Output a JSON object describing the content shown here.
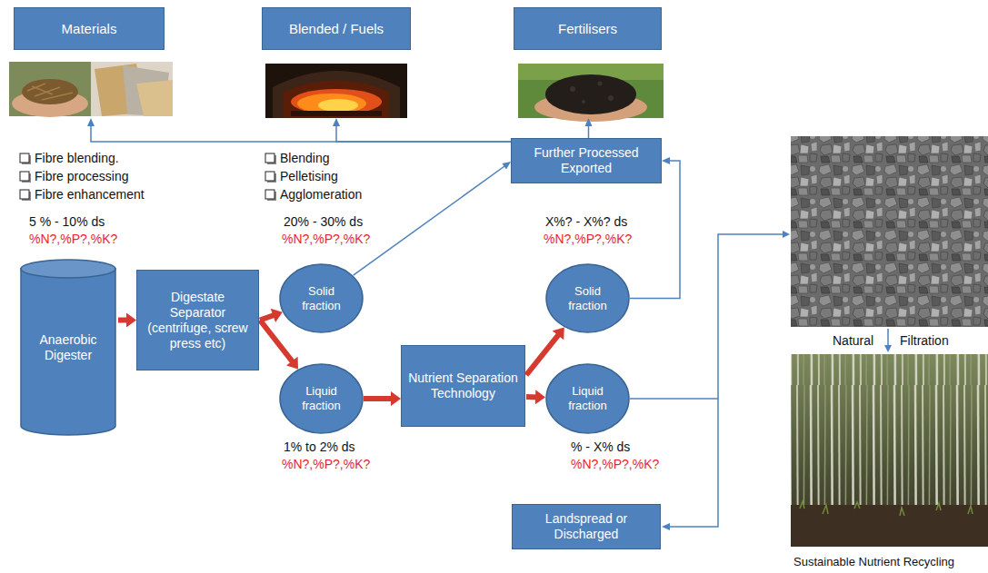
{
  "diagram": {
    "nodes": [
      {
        "text": [
          "Materials"
        ]
      },
      {
        "text": [
          "Blended / Fuels"
        ]
      },
      {
        "text": [
          "Fertilisers"
        ]
      },
      {
        "text": [
          "Further Processed Exported"
        ]
      },
      {
        "text": [
          "Anaerobic Digester"
        ]
      },
      {
        "text": [
          "Digestate Separator (centrifuge, screw press etc)"
        ]
      },
      {
        "text": [
          "Solid fraction"
        ]
      },
      {
        "text": [
          "Liquid fraction"
        ]
      },
      {
        "text": [
          "Nutrient Separation Technology"
        ]
      },
      {
        "text": [
          "Solid fraction"
        ]
      },
      {
        "text": [
          "Liquid fraction"
        ]
      },
      {
        "text": [
          "Landspread or Discharged"
        ]
      }
    ],
    "edges": [
      {
        "from": 3,
        "to": 0,
        "arrow": "to"
      },
      {
        "from": 3,
        "to": 1,
        "arrow": "to"
      },
      {
        "from": 3,
        "to": 2,
        "arrow": "to"
      },
      {
        "from": 4,
        "to": 5,
        "arrow": "to"
      },
      {
        "from": 5,
        "to": 6,
        "arrow": "to"
      },
      {
        "from": 5,
        "to": 7,
        "arrow": "to"
      },
      {
        "from": 6,
        "to": 3,
        "arrow": "to"
      },
      {
        "from": 7,
        "to": 8,
        "arrow": "to"
      },
      {
        "from": 8,
        "to": 9,
        "arrow": "to"
      },
      {
        "from": 8,
        "to": 10,
        "arrow": "to"
      },
      {
        "from": 9,
        "to": 3,
        "arrow": "to"
      },
      {
        "from": 10,
        "to": 11,
        "arrow": "to"
      }
    ],
    "labels": [
      "Fibre blending.",
      "Fibre processing",
      "Fibre enhancement",
      "5 % - 10% ds",
      "%N?,%P?,%K?",
      "Blending",
      "Pelletising",
      "Agglomeration",
      "20% - 30% ds",
      "%N?,%P?,%K?",
      "X%? - X%? ds",
      "%N?,%P?,%K?",
      "1% to 2% ds",
      "%N?,%P?,%K?",
      "% - X% ds",
      "%N?,%P?,%K?",
      "Natural",
      "Filtration",
      "Sustainable Nutrient Recycling"
    ]
  }
}
